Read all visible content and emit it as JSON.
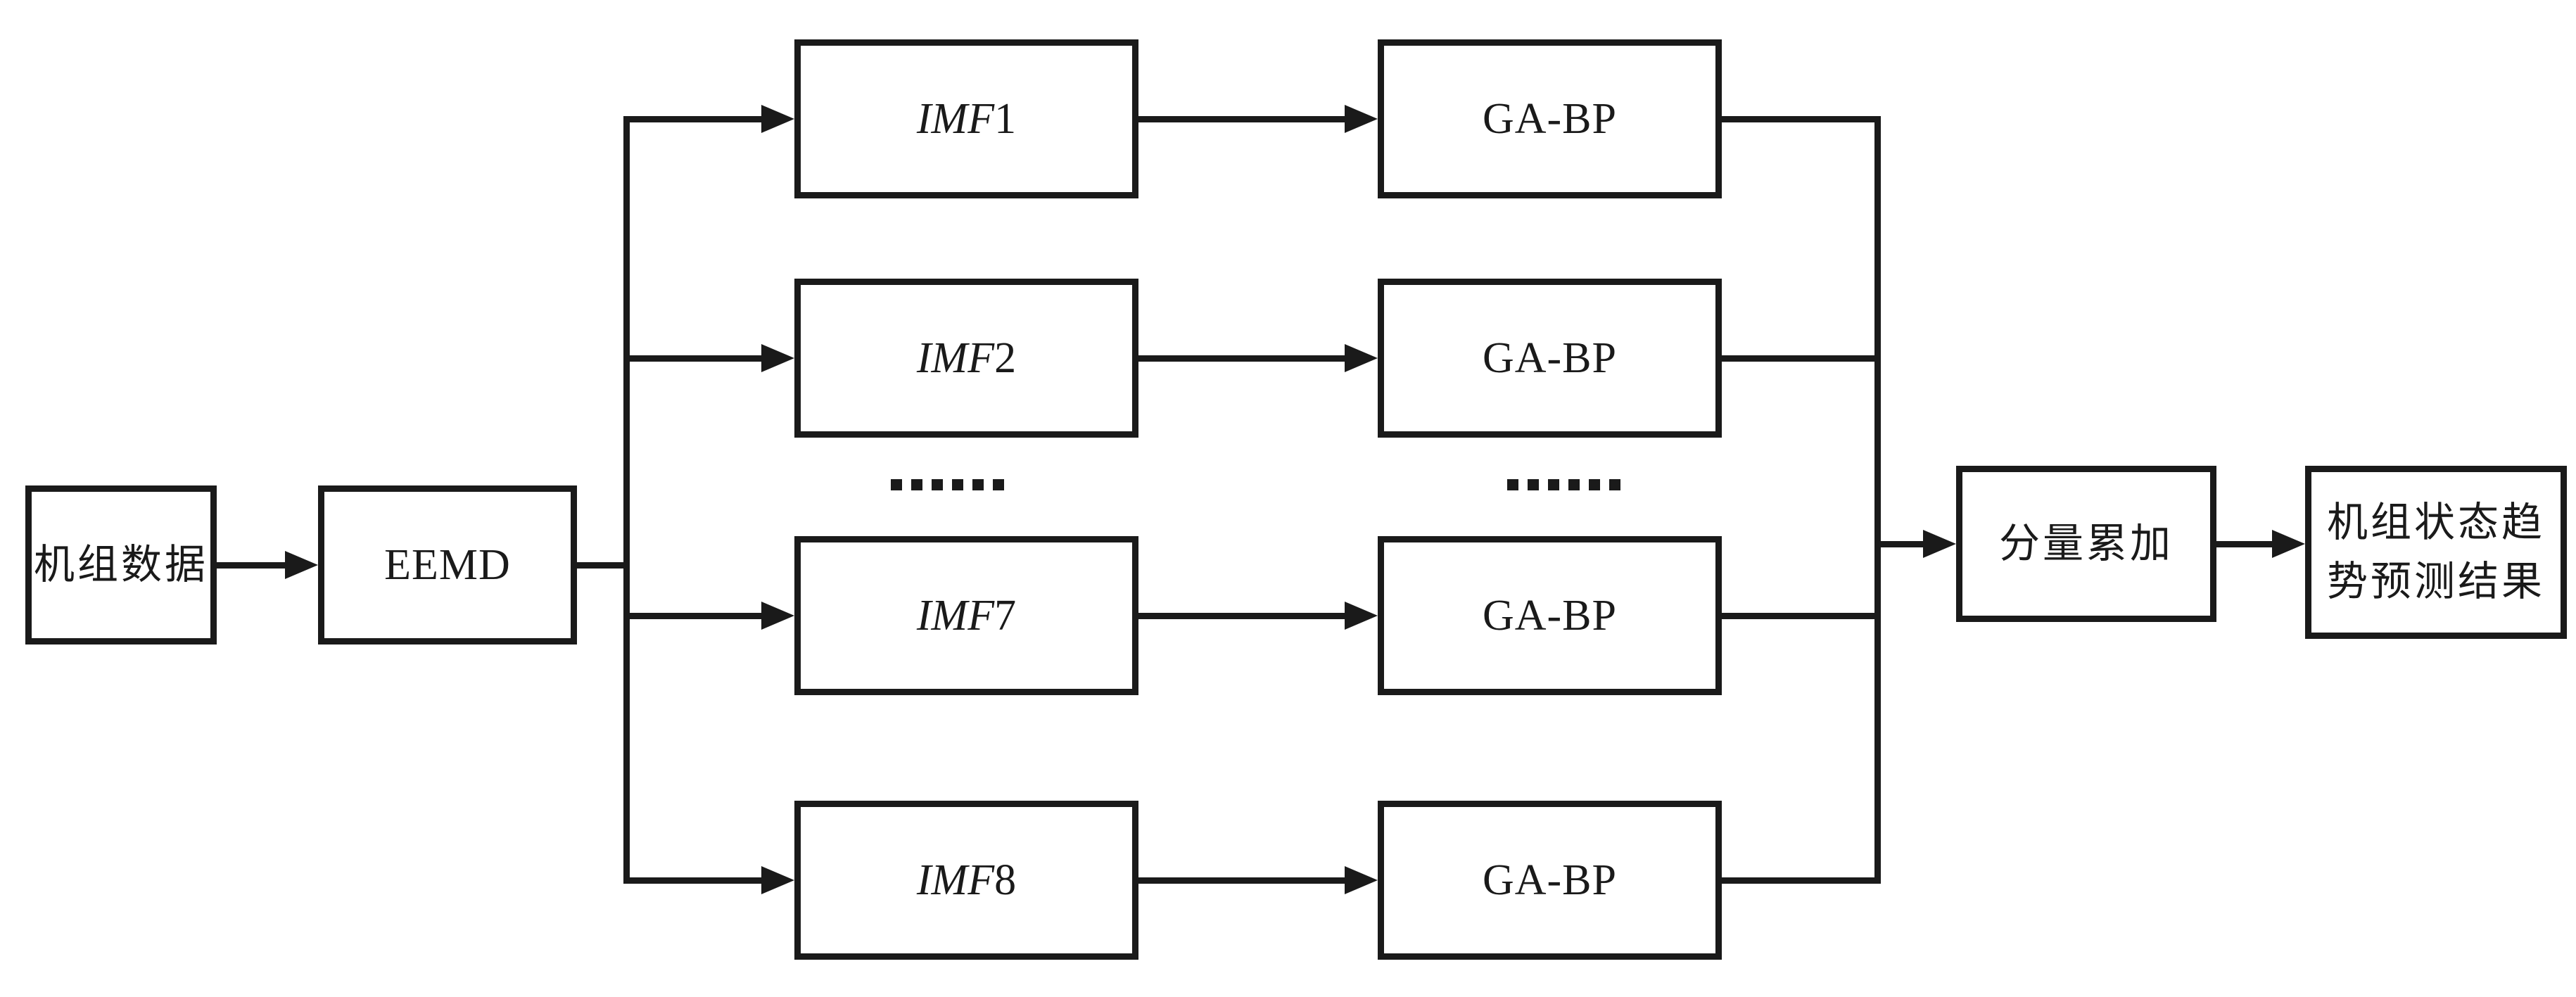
{
  "nodes": {
    "unit_data": {
      "label": "机组数据"
    },
    "eemd": {
      "label": "EEMD"
    },
    "imf_rows": [
      {
        "imf": "IMF",
        "index": "1",
        "model": "GA-BP"
      },
      {
        "imf": "IMF",
        "index": "2",
        "model": "GA-BP"
      },
      {
        "imf": "IMF",
        "index": "7",
        "model": "GA-BP"
      },
      {
        "imf": "IMF",
        "index": "8",
        "model": "GA-BP"
      }
    ],
    "sum": {
      "label": "分量累加"
    },
    "result": {
      "line1": "机组状态趋",
      "line2": "势预测结果"
    }
  },
  "ellipsis": "……",
  "colors": {
    "line": "#1a1a1a",
    "background": "#ffffff"
  }
}
